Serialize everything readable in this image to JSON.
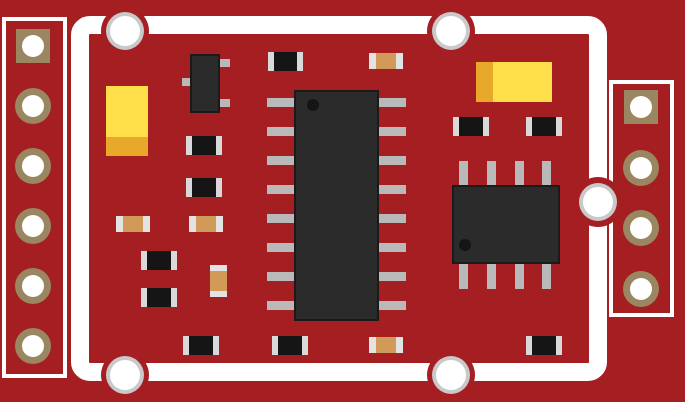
{
  "board": {
    "name": "",
    "colors": {
      "pcb": "#a51e22",
      "silkscreen": "#ffffff",
      "ic_body": "#2b2b2b",
      "ic_pin": "#b9b9b9",
      "pad_gold": "#9b8662",
      "pad_hole": "#ffffff",
      "tantalum": "#ffe04a",
      "tantalum_band": "#e8a92a",
      "resistor_body": "#151515",
      "resistor_end": "#d9d9d9",
      "capacitor_body": "#d29a58",
      "capacitor_end": "#e3e3e3",
      "mount_ring": "#c9c9c9"
    }
  },
  "left_header": {
    "pin_count": 6,
    "first_pin_square": true
  },
  "right_header": {
    "pin_count": 4,
    "first_pin_square": true
  },
  "main_ic": {
    "pins_per_side": 8
  },
  "op_amp_ic": {
    "pins_per_side": 4
  }
}
